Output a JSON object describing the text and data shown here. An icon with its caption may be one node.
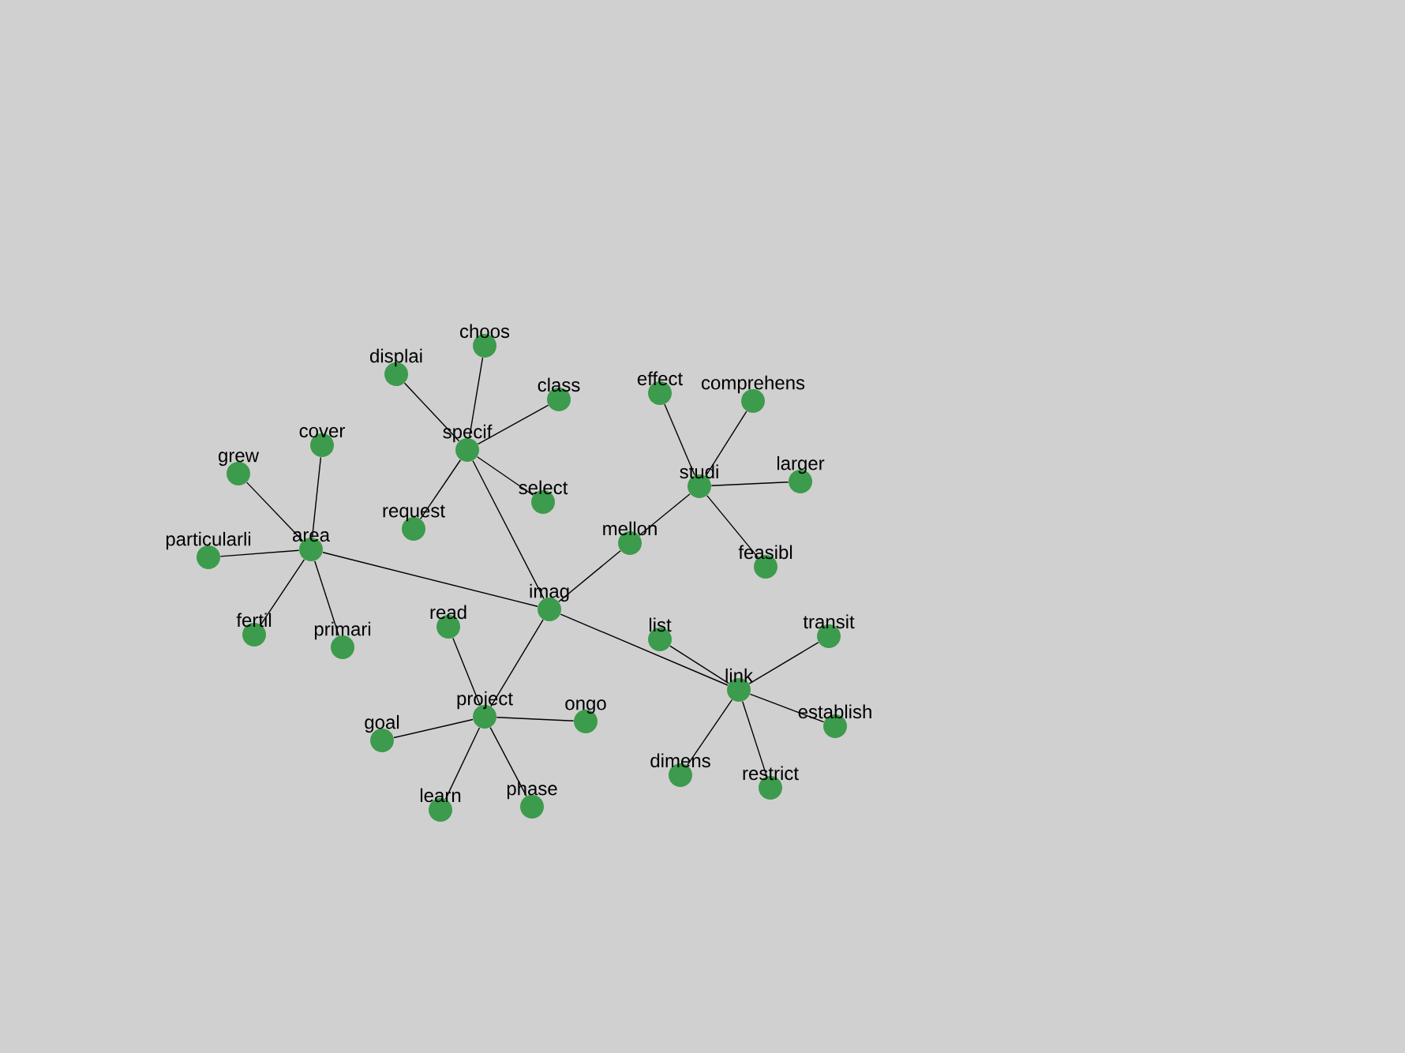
{
  "diagram": {
    "nodes": [
      {
        "text": [
          "imag"
        ]
      },
      {
        "text": [
          "area"
        ]
      },
      {
        "text": [
          "specif"
        ]
      },
      {
        "text": [
          "studi"
        ]
      },
      {
        "text": [
          "mellon"
        ]
      },
      {
        "text": [
          "project"
        ]
      },
      {
        "text": [
          "link"
        ]
      },
      {
        "text": [
          "grew"
        ]
      },
      {
        "text": [
          "cover"
        ]
      },
      {
        "text": [
          "particularli"
        ]
      },
      {
        "text": [
          "fertil"
        ]
      },
      {
        "text": [
          "primari"
        ]
      },
      {
        "text": [
          "displai"
        ]
      },
      {
        "text": [
          "choos"
        ]
      },
      {
        "text": [
          "class"
        ]
      },
      {
        "text": [
          "select"
        ]
      },
      {
        "text": [
          "request"
        ]
      },
      {
        "text": [
          "effect"
        ]
      },
      {
        "text": [
          "comprehens"
        ]
      },
      {
        "text": [
          "larger"
        ]
      },
      {
        "text": [
          "feasibl"
        ]
      },
      {
        "text": [
          "read"
        ]
      },
      {
        "text": [
          "goal"
        ]
      },
      {
        "text": [
          "ongo"
        ]
      },
      {
        "text": [
          "learn"
        ]
      },
      {
        "text": [
          "phase"
        ]
      },
      {
        "text": [
          "list"
        ]
      },
      {
        "text": [
          "transit"
        ]
      },
      {
        "text": [
          "establish"
        ]
      },
      {
        "text": [
          "dimens"
        ]
      },
      {
        "text": [
          "restrict"
        ]
      }
    ],
    "edges": [
      {
        "from": 1,
        "to": 0,
        "arrow": "none"
      },
      {
        "from": 2,
        "to": 0,
        "arrow": "none"
      },
      {
        "from": 0,
        "to": 4,
        "arrow": "none"
      },
      {
        "from": 4,
        "to": 3,
        "arrow": "none"
      },
      {
        "from": 0,
        "to": 5,
        "arrow": "none"
      },
      {
        "from": 0,
        "to": 6,
        "arrow": "none"
      },
      {
        "from": 1,
        "to": 7,
        "arrow": "none"
      },
      {
        "from": 1,
        "to": 8,
        "arrow": "none"
      },
      {
        "from": 1,
        "to": 9,
        "arrow": "none"
      },
      {
        "from": 1,
        "to": 10,
        "arrow": "none"
      },
      {
        "from": 1,
        "to": 11,
        "arrow": "none"
      },
      {
        "from": 2,
        "to": 12,
        "arrow": "none"
      },
      {
        "from": 2,
        "to": 13,
        "arrow": "none"
      },
      {
        "from": 2,
        "to": 14,
        "arrow": "none"
      },
      {
        "from": 2,
        "to": 15,
        "arrow": "none"
      },
      {
        "from": 2,
        "to": 16,
        "arrow": "none"
      },
      {
        "from": 3,
        "to": 17,
        "arrow": "none"
      },
      {
        "from": 3,
        "to": 18,
        "arrow": "none"
      },
      {
        "from": 3,
        "to": 19,
        "arrow": "none"
      },
      {
        "from": 3,
        "to": 20,
        "arrow": "none"
      },
      {
        "from": 5,
        "to": 21,
        "arrow": "none"
      },
      {
        "from": 5,
        "to": 22,
        "arrow": "none"
      },
      {
        "from": 5,
        "to": 23,
        "arrow": "none"
      },
      {
        "from": 5,
        "to": 24,
        "arrow": "none"
      },
      {
        "from": 5,
        "to": 25,
        "arrow": "none"
      },
      {
        "from": 6,
        "to": 26,
        "arrow": "none"
      },
      {
        "from": 6,
        "to": 27,
        "arrow": "none"
      },
      {
        "from": 6,
        "to": 28,
        "arrow": "none"
      },
      {
        "from": 6,
        "to": 29,
        "arrow": "none"
      },
      {
        "from": 6,
        "to": 30,
        "arrow": "none"
      }
    ]
  }
}
